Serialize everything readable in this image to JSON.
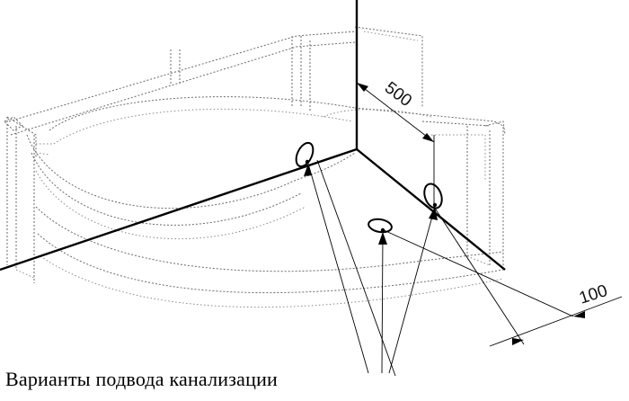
{
  "dimensions": {
    "depth_label": "500",
    "offset_label": "100"
  },
  "caption": "Варианты подвода канализации",
  "icons": {
    "drain_outlet": "ellipse-outlet-icon"
  }
}
